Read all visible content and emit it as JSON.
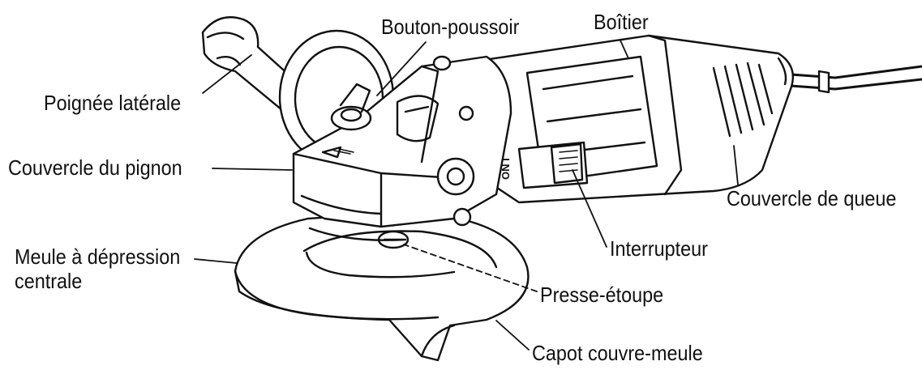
{
  "labels": {
    "bouton_poussoir": "Bouton-poussoir",
    "boitier": "Boîtier",
    "poignee_laterale": "Poignée latérale",
    "couvercle_pignon": "Couvercle du pignon",
    "couvercle_queue": "Couvercle de queue",
    "meule_line1": "Meule à dépression",
    "meule_line2": "centrale",
    "interrupteur": "Interrupteur",
    "presse_etoupe": "Presse-étoupe",
    "capot": "Capot couvre-meule"
  },
  "switch_text": "ON I",
  "colors": {
    "ink": "#111111",
    "paper": "#ffffff"
  }
}
